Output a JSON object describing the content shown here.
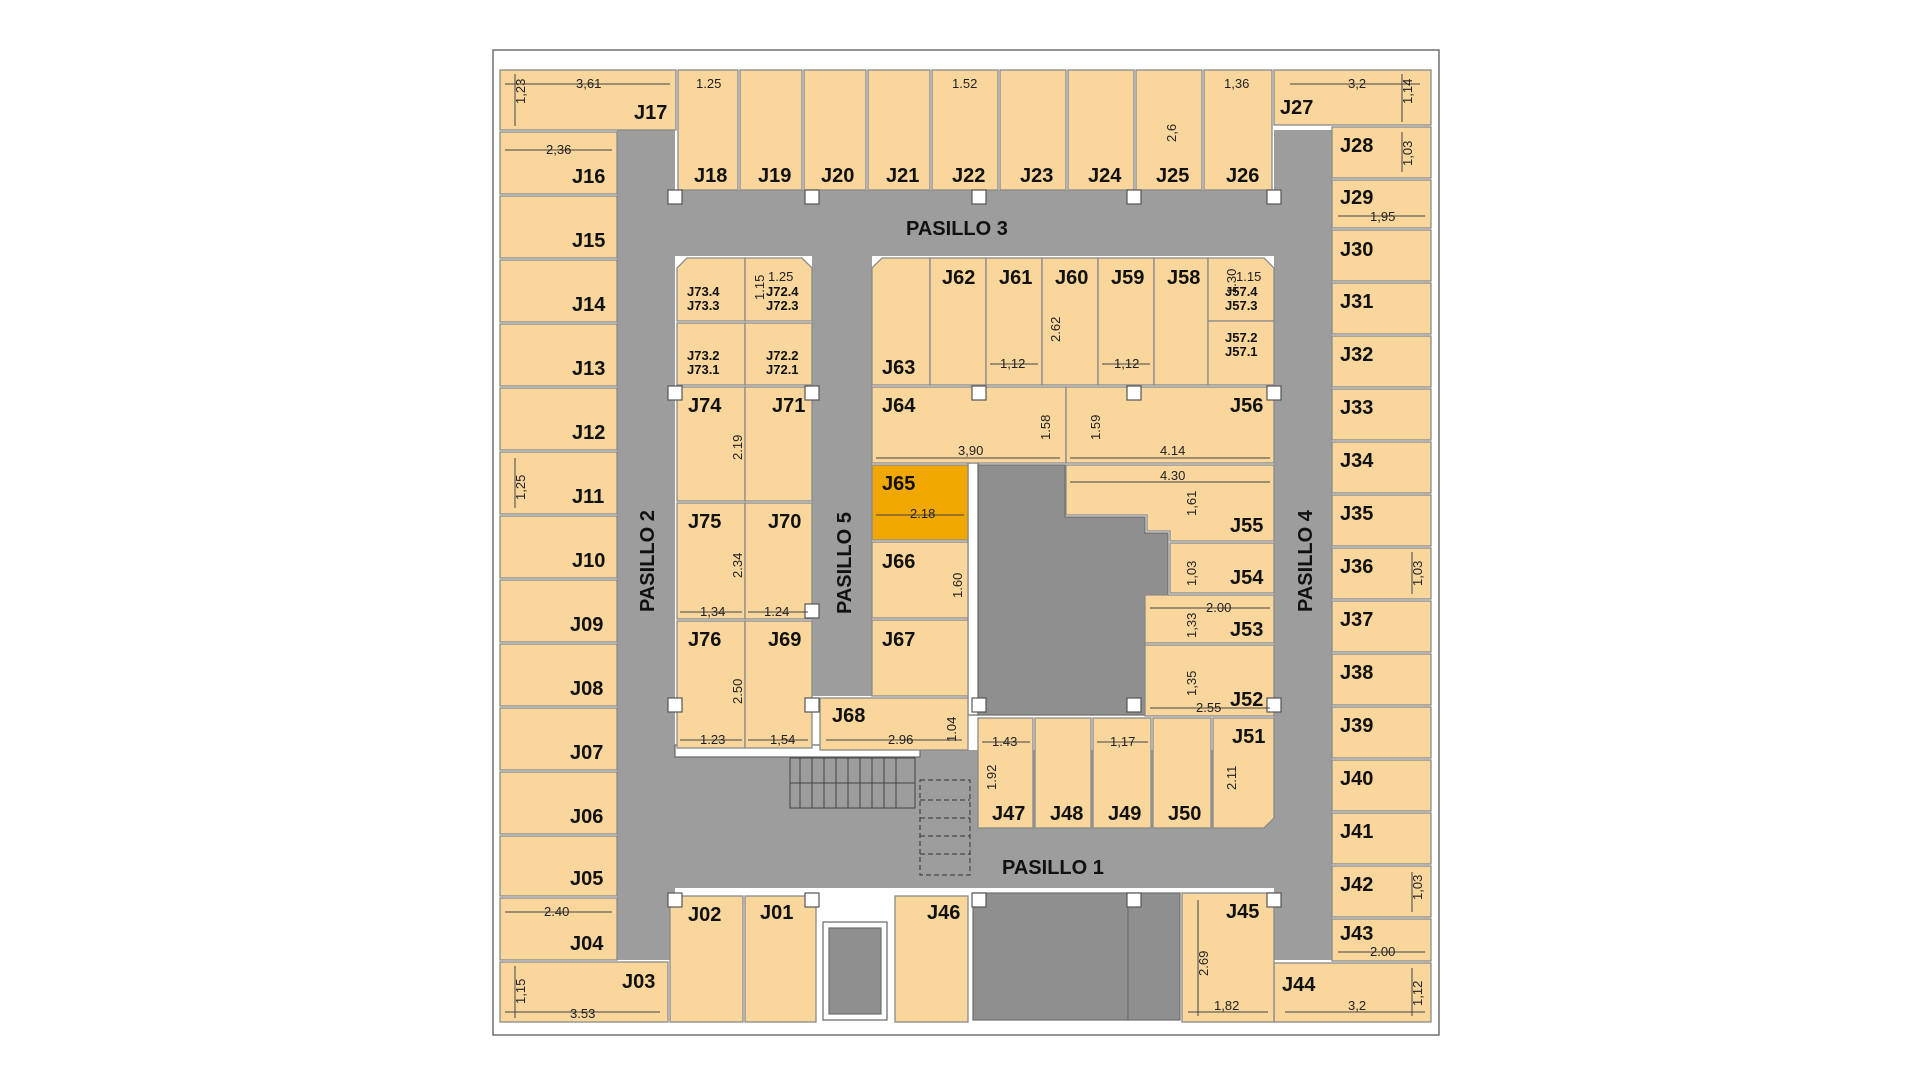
{
  "map": {
    "selected_unit": "J65",
    "colors": {
      "unit": "#f9d69b",
      "selected": "#f0a800",
      "corridor": "#9d9d9d"
    },
    "corridors": {
      "p1": "PASILLO 1",
      "p2": "PASILLO 2",
      "p3": "PASILLO 3",
      "p4": "PASILLO 4",
      "p5": "PASILLO 5"
    },
    "units": {
      "J01": "J01",
      "J02": "J02",
      "J03": "J03",
      "J04": "J04",
      "J05": "J05",
      "J06": "J06",
      "J07": "J07",
      "J08": "J08",
      "J09": "J09",
      "J10": "J10",
      "J11": "J11",
      "J12": "J12",
      "J13": "J13",
      "J14": "J14",
      "J15": "J15",
      "J16": "J16",
      "J17": "J17",
      "J18": "J18",
      "J19": "J19",
      "J20": "J20",
      "J21": "J21",
      "J22": "J22",
      "J23": "J23",
      "J24": "J24",
      "J25": "J25",
      "J26": "J26",
      "J27": "J27",
      "J28": "J28",
      "J29": "J29",
      "J30": "J30",
      "J31": "J31",
      "J32": "J32",
      "J33": "J33",
      "J34": "J34",
      "J35": "J35",
      "J36": "J36",
      "J37": "J37",
      "J38": "J38",
      "J39": "J39",
      "J40": "J40",
      "J41": "J41",
      "J42": "J42",
      "J43": "J43",
      "J44": "J44",
      "J45": "J45",
      "J46": "J46",
      "J47": "J47",
      "J48": "J48",
      "J49": "J49",
      "J50": "J50",
      "J51": "J51",
      "J52": "J52",
      "J53": "J53",
      "J54": "J54",
      "J55": "J55",
      "J56": "J56",
      "J571": "J57.1",
      "J572": "J57.2",
      "J573": "J57.3",
      "J574": "J57.4",
      "J58": "J58",
      "J59": "J59",
      "J60": "J60",
      "J61": "J61",
      "J62": "J62",
      "J63": "J63",
      "J64": "J64",
      "J65": "J65",
      "J66": "J66",
      "J67": "J67",
      "J68": "J68",
      "J69": "J69",
      "J70": "J70",
      "J71": "J71",
      "J721": "J72.1",
      "J722": "J72.2",
      "J723": "J72.3",
      "J724": "J72.4",
      "J731": "J73.1",
      "J732": "J73.2",
      "J733": "J73.3",
      "J734": "J73.4",
      "J74": "J74",
      "J75": "J75",
      "J76": "J76"
    },
    "dimensions": {
      "d1": "3,61",
      "d2": "1,23",
      "d3": "1.25",
      "d4": "1.52",
      "d5": "1,36",
      "d6": "3,2",
      "d7": "1,14",
      "d8": "2,36",
      "d9": "2,6",
      "d10": "1,03",
      "d11": "1,95",
      "d12": "1.25",
      "d13": "1.15",
      "d14": "1.15",
      "d15": "1.30",
      "d16": "2.62",
      "d17": "1,12",
      "d18": "1,12",
      "d19": "2.19",
      "d20": "1.58",
      "d21": "1.59",
      "d22": "3,90",
      "d23": "4.14",
      "d24": "4.30",
      "d25": "2.18",
      "d26": "1,61",
      "d27": "1,25",
      "d28": "1,03",
      "d29": "2.34",
      "d30": "1.60",
      "d31": "1,34",
      "d32": "1.24",
      "d33": "2.00",
      "d34": "1,33",
      "d35": "1,03",
      "d36": "2.50",
      "d37": "1,35",
      "d38": "2.55",
      "d39": "1.23",
      "d40": "1,54",
      "d41": "2.96",
      "d42": "1.04",
      "d43": "1.43",
      "d44": "1,17",
      "d45": "1.92",
      "d46": "2.11",
      "d47": "1,03",
      "d48": "2.40",
      "d49": "2.69",
      "d50": "2.00",
      "d51": "1,15",
      "d52": "3.53",
      "d53": "1,82",
      "d54": "3,2",
      "d55": "1,12"
    }
  }
}
